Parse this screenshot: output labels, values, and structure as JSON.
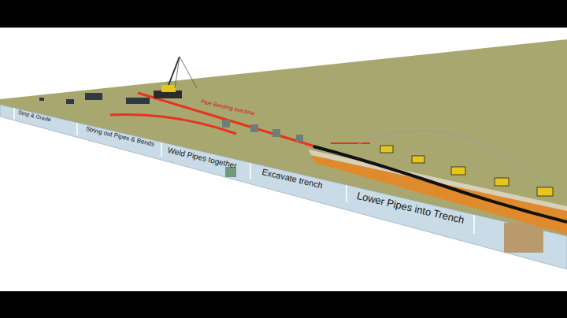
{
  "diagram": {
    "labels": [
      "Pipe Bending machine",
      "Strip & Grade",
      "String out Pipes & Bends",
      "Weld Pipes together",
      "Excavate trench",
      "Lower Pipes into Trench"
    ]
  }
}
